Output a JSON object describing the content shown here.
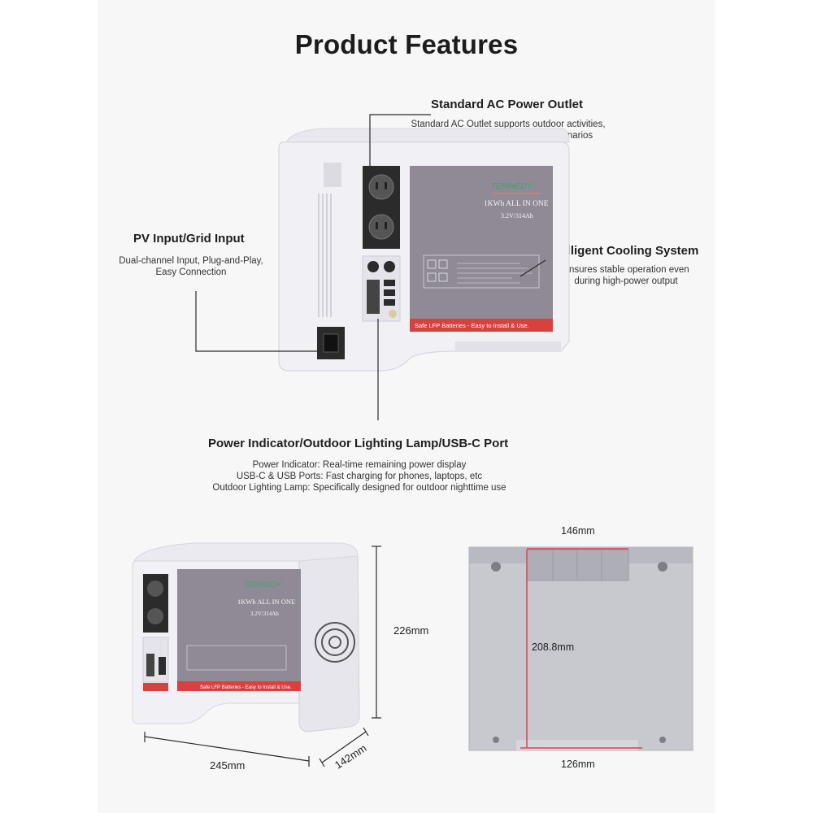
{
  "title": "Product Features",
  "features": {
    "ac_outlet": {
      "heading": "Standard AC Power Outlet",
      "lines": [
        "Standard AC Outlet supports outdoor activities,",
        "home backup and mobile work scenarios"
      ]
    },
    "pv_input": {
      "heading": "PV Input/Grid Input",
      "lines": [
        "Dual-channel Input, Plug-and-Play,",
        "Easy Connection"
      ]
    },
    "cooling": {
      "heading": "Intelligent Cooling System",
      "lines": [
        "Ensures stable operation even",
        "during high-power output"
      ]
    },
    "indicator": {
      "heading": "Power Indicator/Outdoor Lighting Lamp/USB-C Port",
      "lines": [
        "Power Indicator: Real-time remaining power display",
        "USB-C & USB Ports: Fast charging for phones, laptops, etc",
        "Outdoor Lighting Lamp: Specifically designed for outdoor nighttime use"
      ]
    }
  },
  "product_label": {
    "brand": "TERINEDY",
    "model": "1KWh ALL IN ONE",
    "spec": "3.2V/314Ah",
    "footer": "Safe LFP Batteries - Easy to Install & Use."
  },
  "dimensions": {
    "height": "226mm",
    "length": "245mm",
    "width": "142mm",
    "bottom_top": "146mm",
    "bottom_height": "208.8mm",
    "bottom_base": "126mm"
  },
  "colors": {
    "label_grey": "#8f8a96",
    "label_red": "#d9413f",
    "brand_green": "#3fa36a",
    "casing": "#f2f1f6",
    "outlet": "#2b2b2b",
    "dim_red": "#e0424a"
  }
}
